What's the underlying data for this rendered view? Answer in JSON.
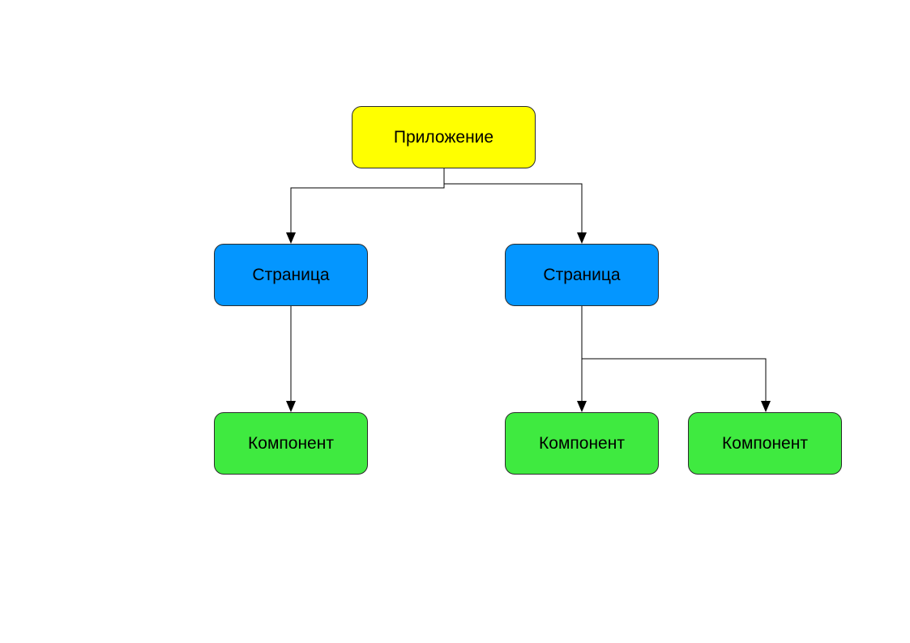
{
  "colors": {
    "root": "#ffff00",
    "page": "#0496ff",
    "component": "#3fea40",
    "connector": "#000000"
  },
  "nodes": {
    "app": {
      "label": "Приложение"
    },
    "page_1": {
      "label": "Страница"
    },
    "page_2": {
      "label": "Страница"
    },
    "component_1": {
      "label": "Компонент"
    },
    "component_2": {
      "label": "Компонент"
    },
    "component_3": {
      "label": "Компонент"
    }
  }
}
